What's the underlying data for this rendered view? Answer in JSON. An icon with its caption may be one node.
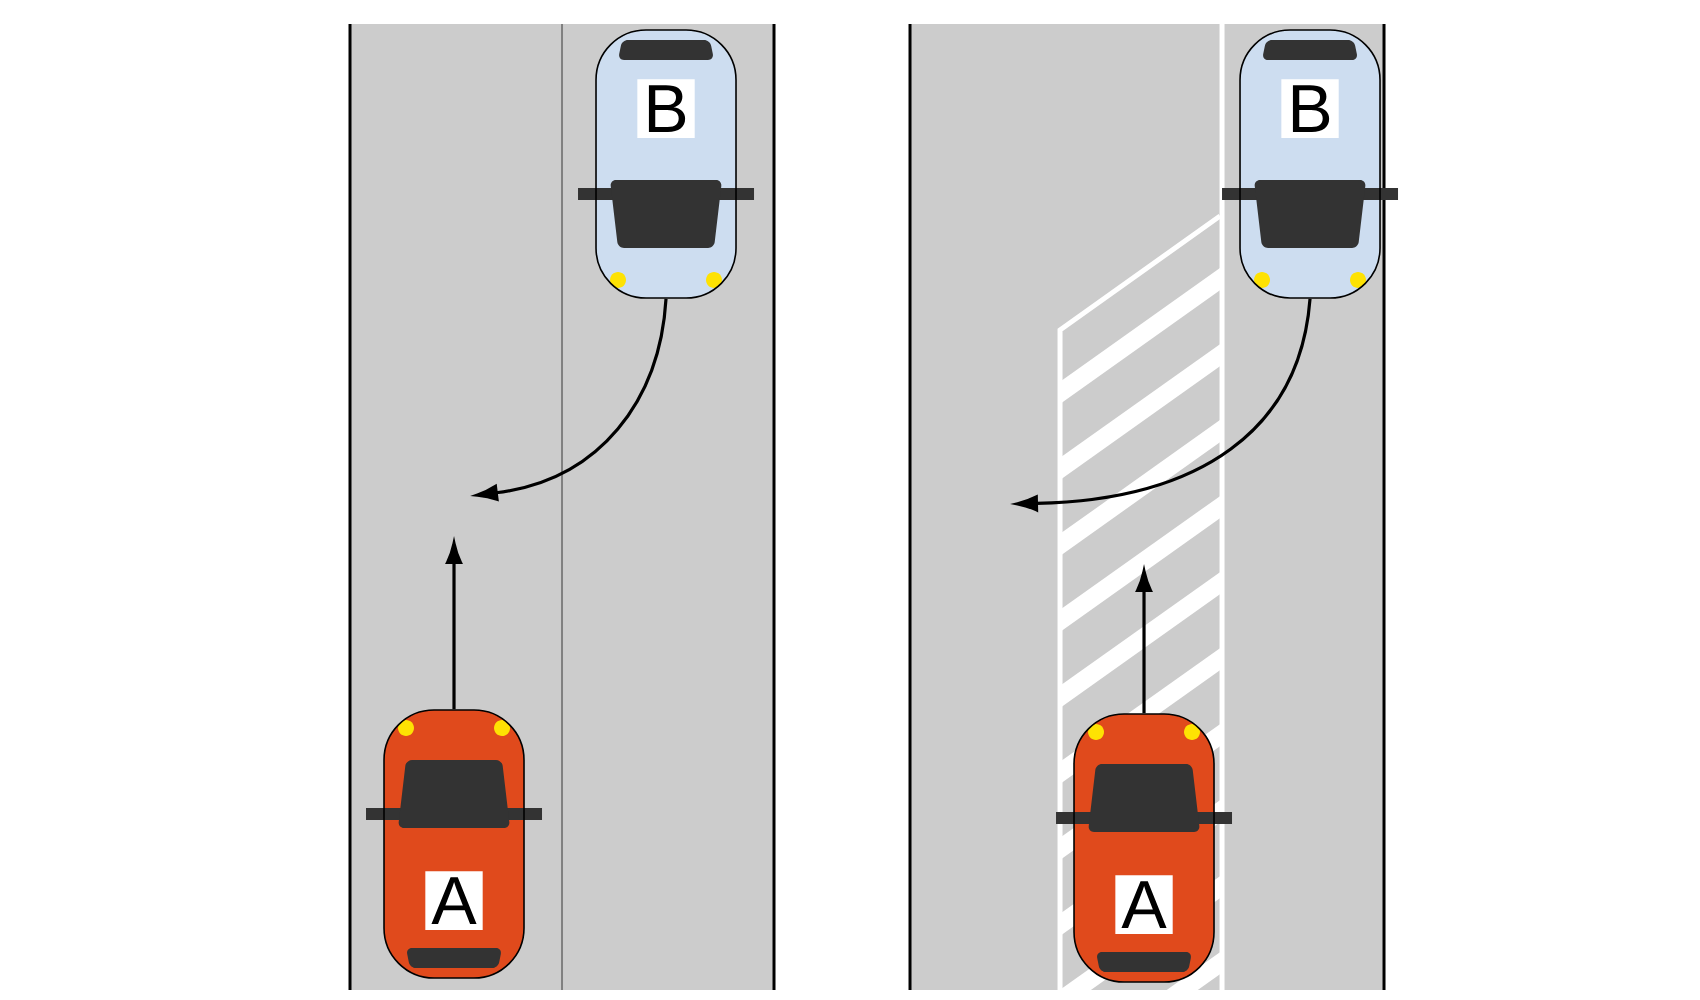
{
  "diagram": {
    "nodes": [
      {
        "text": [
          "B"
        ]
      },
      {
        "text": [
          "A"
        ]
      },
      {
        "text": [
          "B"
        ]
      },
      {
        "text": [
          "A"
        ]
      }
    ],
    "edges": [
      {
        "from": 0,
        "to": null,
        "arrow": "to"
      },
      {
        "from": 1,
        "to": null,
        "arrow": "to"
      },
      {
        "from": 2,
        "to": null,
        "arrow": "to"
      },
      {
        "from": 3,
        "to": null,
        "arrow": "to"
      }
    ]
  }
}
